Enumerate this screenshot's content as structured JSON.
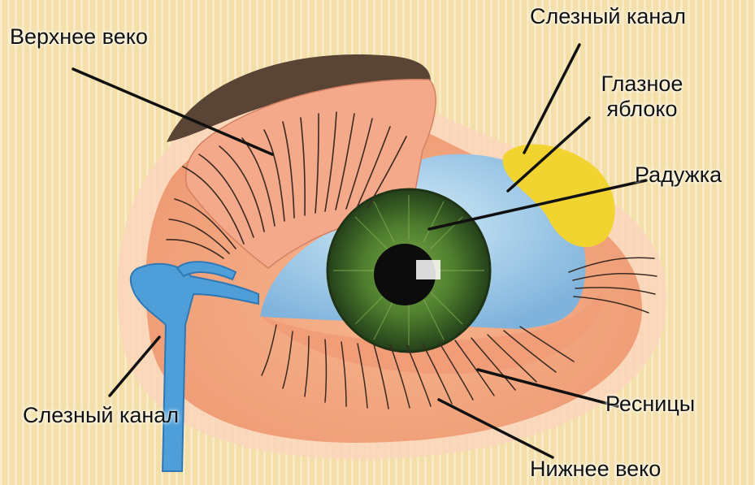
{
  "labels": {
    "upper_eyelid": "Верхнее веко",
    "tear_canal_top": "Слезный канал",
    "eyeball_line1": "Глазное",
    "eyeball_line2": "яблоко",
    "iris": "Радужка",
    "tear_canal_bottom": "Слезный канал",
    "eyelashes": "Ресницы",
    "lower_eyelid": "Нижнее веко"
  },
  "colors": {
    "background": "#f4dfa8",
    "skin": "#f3a97f",
    "eyeball": "#8fc3e6",
    "iris": "#4f7f2e",
    "tear_gland": "#f2d431",
    "tear_duct": "#4e9fd9",
    "eyebrow": "#5a4436",
    "lashes": "#3a2a22",
    "leader_line": "#111111"
  }
}
